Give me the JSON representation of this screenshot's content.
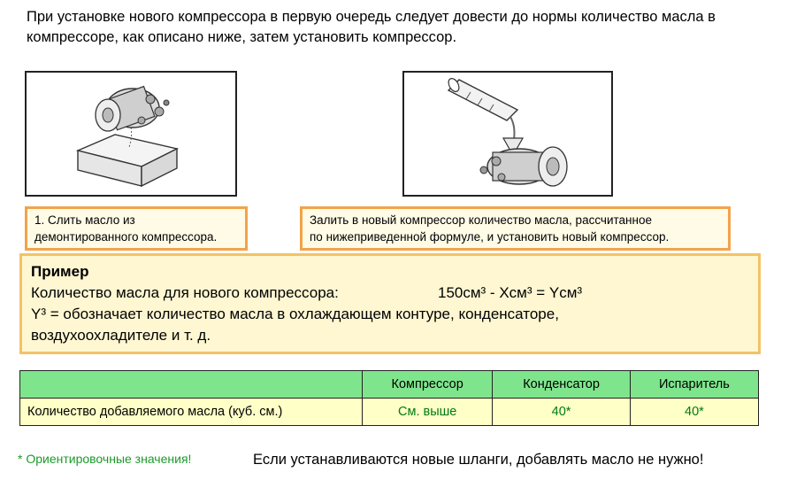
{
  "intro_text": "При установке нового компрессора в первую очередь следует довести до нормы количество масла в компрессоре, как описано ниже, затем установить компрессор.",
  "illustrations": {
    "left_icon": "compressor-draining-icon",
    "right_icon": "compressor-filling-icon"
  },
  "captions": {
    "step1_line1": "1. Слить масло из",
    "step1_line2": "демонтированного компрессора.",
    "step2_line1": "Залить в новый компрессор количество масла, рассчитанное",
    "step2_line2": "по нижеприведенной формуле, и установить новый компрессор."
  },
  "example": {
    "title": "Пример",
    "formula_label": "Количество масла для нового компрессора:",
    "formula": "150см³ - Xсм³ = Yсм³",
    "explanation_line1": "Y³ = обозначает количество масла в охлаждающем контуре, конденсаторе,",
    "explanation_line2": "воздухоохладителе и т. д."
  },
  "table": {
    "headers": [
      "",
      "Компрессор",
      "Конденсатор",
      "Испаритель"
    ],
    "rows": [
      [
        "Количество добавляемого масла (куб. см.)",
        "См. выше",
        "40*",
        "40*"
      ]
    ]
  },
  "footnote": "* Ориентировочные значения!",
  "warning": "Если устанавливаются новые шланги, добавлять масло не нужно!",
  "colors": {
    "caption_border": "#f2a34a",
    "example_bg": "#fef7d2",
    "table_header_bg": "#7fe58d",
    "table_row_bg": "#ffffc8",
    "green_text": "#1b9a2a"
  }
}
